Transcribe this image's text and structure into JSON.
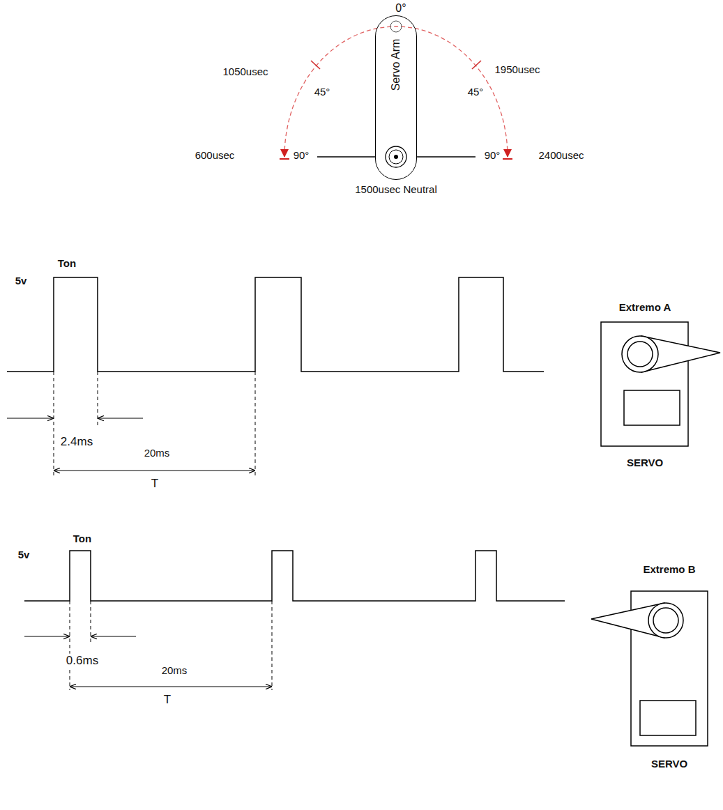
{
  "diagram": {
    "nodes": [
      {
        "text": [
          "Servo Arm"
        ]
      },
      {
        "text": [
          "Extremo A",
          "SERVO"
        ]
      },
      {
        "text": [
          "Extremo B",
          "SERVO"
        ]
      }
    ],
    "labels": [
      "0°",
      "1050usec",
      "45°",
      "1950usec",
      "45°",
      "600usec",
      "90°",
      "90°",
      "2400usec",
      "1500usec Neutral",
      "5v",
      "Ton",
      "2.4ms",
      "20ms",
      "T",
      "5v",
      "Ton",
      "0.6ms",
      "20ms",
      "T"
    ]
  }
}
